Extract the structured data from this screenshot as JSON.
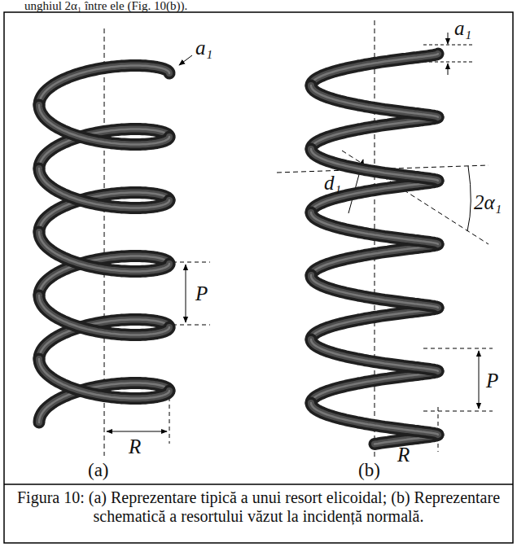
{
  "diagram": {
    "caption": "Figura 10: (a) Reprezentare tipică a unui resort elicoidal; (b) Reprezentare schematică a resortului văzut la incidență normală.",
    "labels": [
      "unghiul 2α₁ între ele (Fig. 10(b)).",
      "a₁",
      "P",
      "R",
      "(a)",
      "a₁",
      "2α₁",
      "d₁",
      "P",
      "R",
      "(b)"
    ]
  }
}
